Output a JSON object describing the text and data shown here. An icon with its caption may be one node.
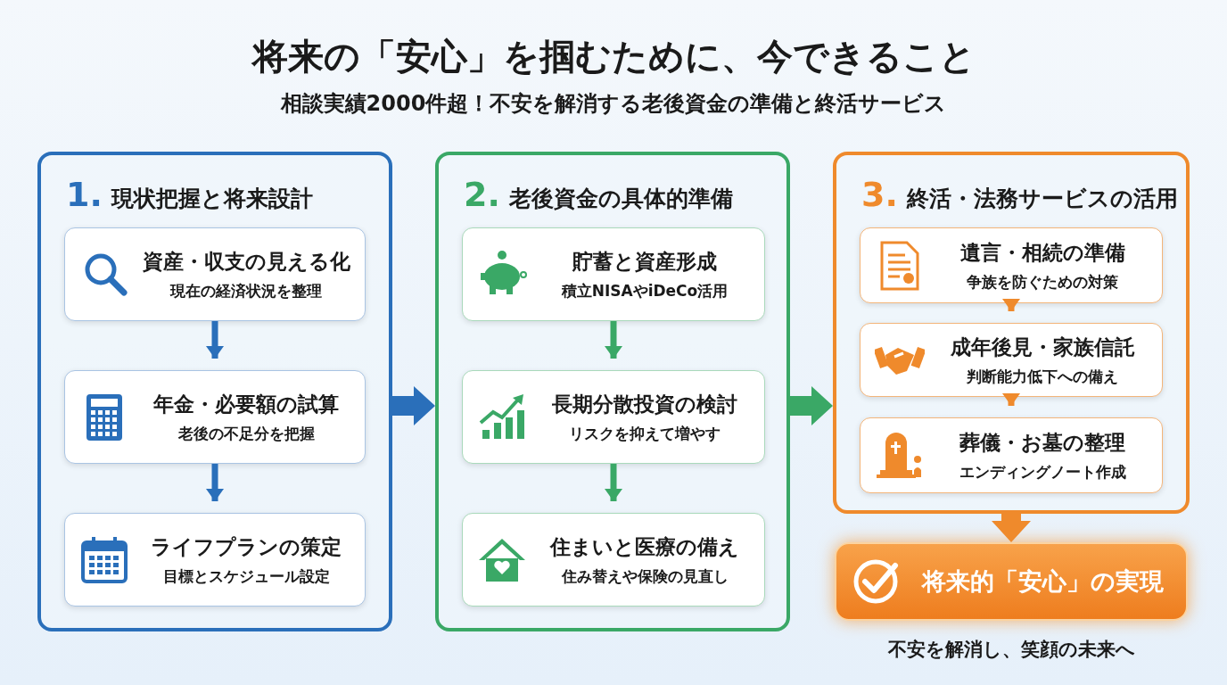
{
  "diagram": {
    "title": "将来の「安心」を掴むために、今できること",
    "caption": "相談実績2000件超！不安を解消する老後資金の準備と終活サービス",
    "nodes": [
      {
        "text": [
          "1.",
          "現状把握と将来設計"
        ]
      },
      {
        "text": [
          "資産・収支の見える化",
          "現在の経済状況を整理"
        ],
        "in": 0
      },
      {
        "text": [
          "年金・必要額の試算",
          "老後の不足分を把握"
        ],
        "in": 0
      },
      {
        "text": [
          "ライフプランの策定",
          "目標とスケジュール設定"
        ],
        "in": 0
      },
      {
        "text": [
          "2.",
          "老後資金の具体的準備"
        ]
      },
      {
        "text": [
          "貯蓄と資産形成",
          "積立NISAやiDeCo活用"
        ],
        "in": 4
      },
      {
        "text": [
          "長期分散投資の検討",
          "リスクを抑えて増やす"
        ],
        "in": 4
      },
      {
        "text": [
          "住まいと医療の備え",
          "住み替えや保険の見直し"
        ],
        "in": 4
      },
      {
        "text": [
          "3.",
          "終活・法務サービスの活用"
        ]
      },
      {
        "text": [
          "遺言・相続の準備",
          "争族を防ぐための対策"
        ],
        "in": 8
      },
      {
        "text": [
          "成年後見・家族信託",
          "判断能力低下への備え"
        ],
        "in": 8
      },
      {
        "text": [
          "葬儀・お墓の整理",
          "エンディングノート作成"
        ],
        "in": 8
      },
      {
        "text": [
          "将来的「安心」の実現"
        ],
        "beside": [
          "不安を解消し、笑顔の未来へ"
        ]
      }
    ],
    "edges": [
      {
        "from": 1,
        "to": 2,
        "arrow": "to",
        "color": "#2a6fba"
      },
      {
        "from": 2,
        "to": 3,
        "arrow": "to",
        "color": "#2a6fba"
      },
      {
        "from": 5,
        "to": 6,
        "arrow": "to",
        "color": "#3aa866"
      },
      {
        "from": 6,
        "to": 7,
        "arrow": "to",
        "color": "#3aa866"
      },
      {
        "from": 9,
        "to": 10,
        "arrow": "to",
        "color": "#ef8a2c"
      },
      {
        "from": 10,
        "to": 11,
        "arrow": "to",
        "color": "#ef8a2c"
      },
      {
        "from": 0,
        "to": 4,
        "arrow": "to",
        "style": "thick",
        "color": "#2a6fba"
      },
      {
        "from": 4,
        "to": 8,
        "arrow": "to",
        "style": "thick",
        "color": "#3aa866"
      },
      {
        "from": 8,
        "to": 12,
        "arrow": "to",
        "style": "thick",
        "color": "#ef8a2c"
      }
    ]
  }
}
